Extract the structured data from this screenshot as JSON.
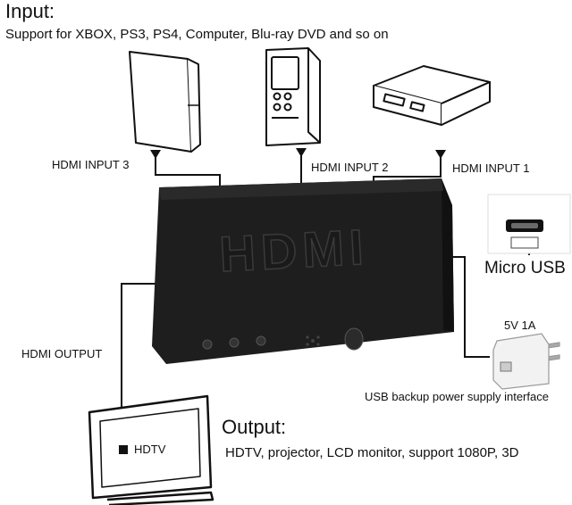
{
  "input": {
    "heading": "Input:",
    "subtitle": "Support for XBOX, PS3, PS4, Computer, Blu-ray DVD and so on"
  },
  "ports": {
    "hdmi_input_3": "HDMI INPUT 3",
    "hdmi_input_2": "HDMI INPUT 2",
    "hdmi_input_1": "HDMI INPUT 1",
    "hdmi_output": "HDMI OUTPUT"
  },
  "power": {
    "micro_usb": "Micro USB",
    "rating": "5V 1A",
    "interface": "USB backup power supply interface"
  },
  "output": {
    "device": "HDTV",
    "heading": "Output:",
    "subtitle": "HDTV, projector, LCD monitor, support 1080P, 3D"
  },
  "switch_logo": "HDMI",
  "colors": {
    "device_body": "#1c1c1c",
    "line": "#111111"
  }
}
